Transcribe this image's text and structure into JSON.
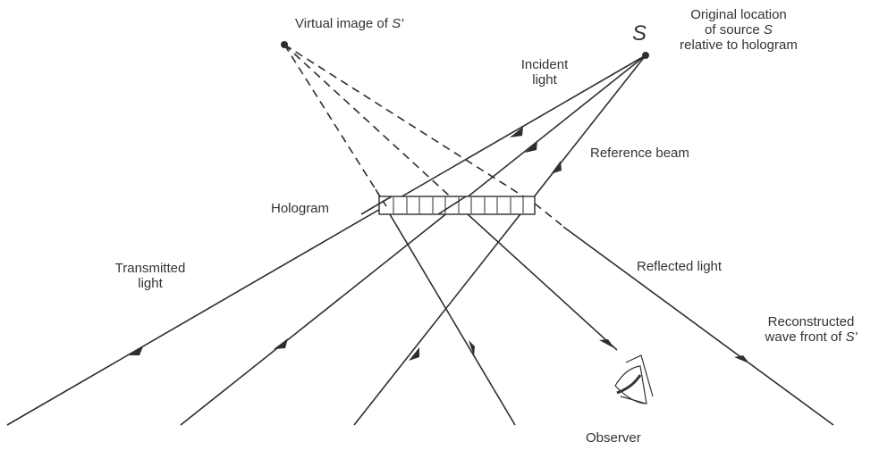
{
  "labels": {
    "virtual_image_prefix": "Virtual image of ",
    "virtual_image_symbol": "S'",
    "source_letter": "S",
    "original_location_line1": "Original location",
    "original_location_line2_prefix": "of source ",
    "original_location_line2_symbol": "S",
    "original_location_line3": "relative to hologram",
    "incident_line1": "Incident",
    "incident_line2": "light",
    "reference_beam": "Reference beam",
    "hologram": "Hologram",
    "transmitted_line1": "Transmitted",
    "transmitted_line2": "light",
    "reflected_light": "Reflected light",
    "reconstructed_line1": "Reconstructed",
    "reconstructed_line2_prefix": "wave front of ",
    "reconstructed_line2_symbol": "S'",
    "observer": "Observer"
  },
  "colors": {
    "line": "#2e2e2e",
    "text": "#333333",
    "hologram_fill": "#ffffff"
  }
}
